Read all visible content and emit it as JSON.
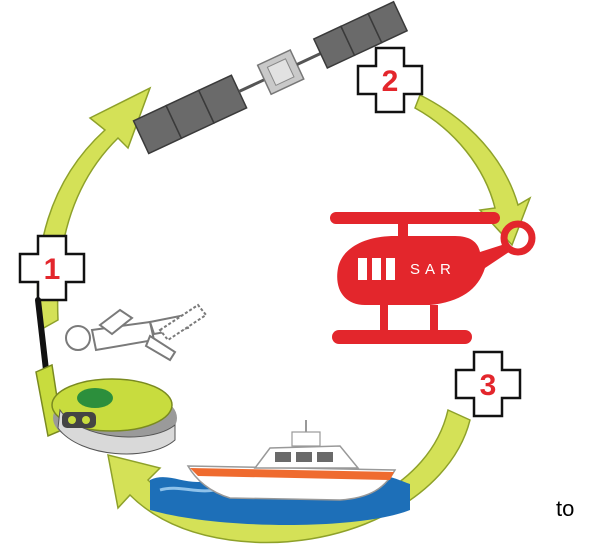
{
  "steps": [
    {
      "number": "1"
    },
    {
      "number": "2"
    },
    {
      "number": "3"
    }
  ],
  "helicopter": {
    "label": "SAR"
  },
  "trailing_text": "to",
  "colors": {
    "arrow": "#d4e157",
    "arrow_stroke": "#8ea12a",
    "helicopter": "#e3262c",
    "boat_stripe": "#ef6b2f",
    "water": "#1d6fb8",
    "beacon": "#c8dc3e",
    "satellite_panel": "#6a6a6a",
    "step_number": "#e3262c"
  },
  "icons": [
    "satellite-icon",
    "helicopter-icon",
    "boat-icon",
    "beacon-device-icon",
    "person-icon",
    "cycle-arrow-icon"
  ]
}
